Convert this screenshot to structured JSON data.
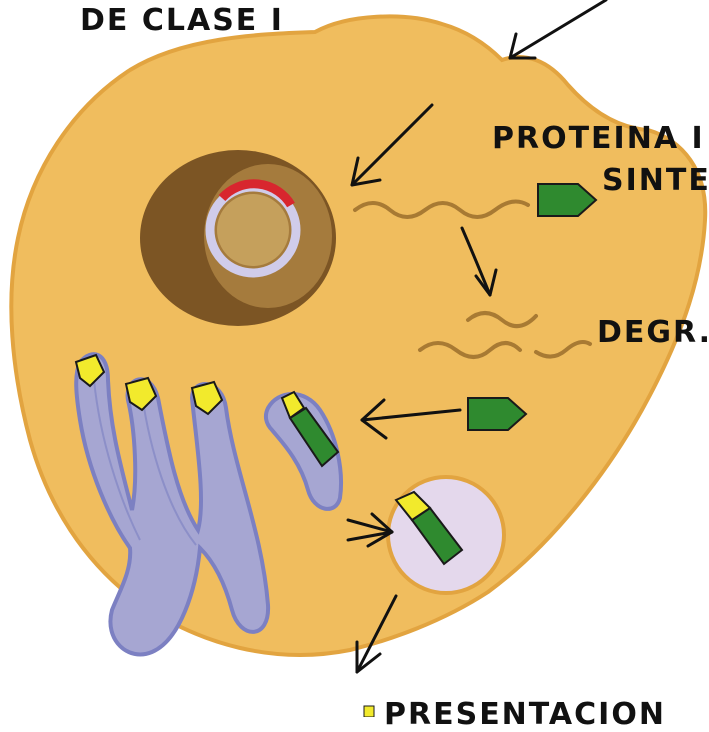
{
  "labels": {
    "class1": "DE  CLASE  I",
    "protein_line1": "PROTEINA  I",
    "protein_line2": "SINTE",
    "degradation": "DEGR.",
    "presentation": "PRESENTACION"
  },
  "colors": {
    "cytoplasm": "#f0bd5e",
    "membrane": "#e2a440",
    "nucleus_outer": "#7c5524",
    "nucleus_inner": "#c79a52",
    "er": "#a6a6d2",
    "er_edge": "#7c80c2",
    "cap": "#f2ea2c",
    "protein": "#2f8a2f",
    "mrna": "#a87a33",
    "vesicle": "#e4d8ec",
    "pore_red": "#d8262e",
    "arrow": "#111111"
  }
}
